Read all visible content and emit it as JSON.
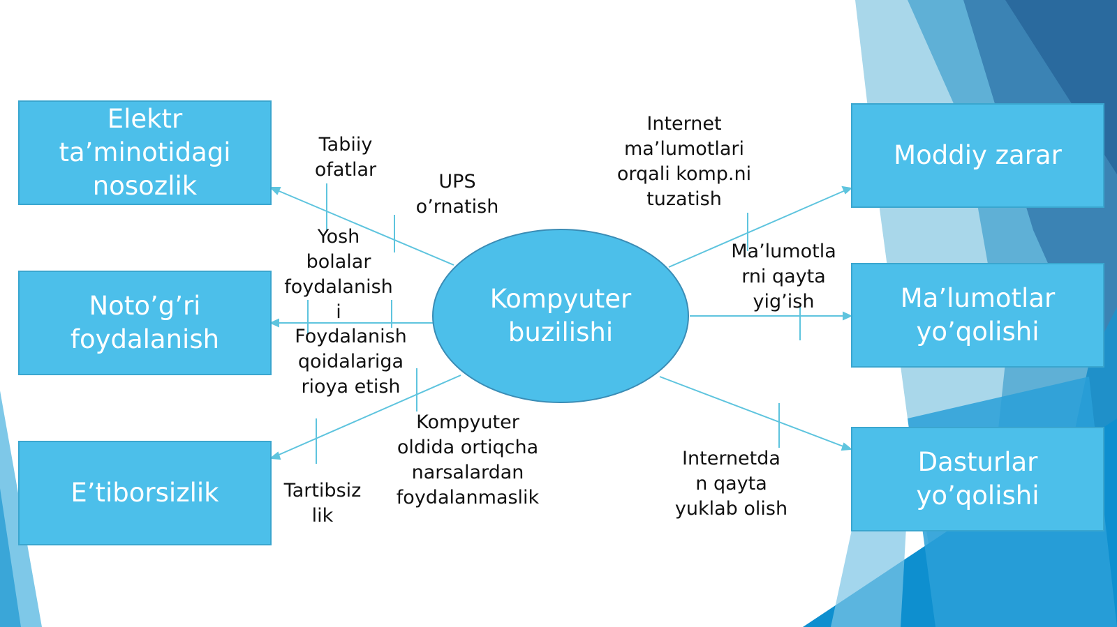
{
  "colors": {
    "box_fill": "#4cbfea",
    "box_border": "#3aa6cf",
    "ellipse_fill": "#4cbfea",
    "ellipse_border": "#3a8cb5",
    "connector": "#5ec4de",
    "text_dark": "#111111",
    "text_light": "#ffffff"
  },
  "center": {
    "lines": [
      "Kompyuter",
      "buzilishi"
    ]
  },
  "causes": [
    {
      "id": "elektr",
      "lines": [
        "Elektr",
        "ta’minotidagi",
        "nosozlik"
      ]
    },
    {
      "id": "notogri",
      "lines": [
        "Noto’g’ri",
        "foydalanish"
      ]
    },
    {
      "id": "etiborsizlik",
      "lines": [
        "E’tiborsizlik"
      ]
    }
  ],
  "effects": [
    {
      "id": "moddiy",
      "lines": [
        "Moddiy zarar"
      ]
    },
    {
      "id": "malumotlar",
      "lines": [
        "Ma’lumotlar",
        "yo’qolishi"
      ]
    },
    {
      "id": "dasturlar",
      "lines": [
        "Dasturlar",
        "yo’qolishi"
      ]
    }
  ],
  "annotations": [
    {
      "id": "tabiiy",
      "lines": [
        "Tabiiy",
        "ofatlar"
      ]
    },
    {
      "id": "ups",
      "lines": [
        "UPS",
        "o’rnatish"
      ]
    },
    {
      "id": "yosh",
      "lines": [
        "Yosh",
        "bolalar",
        "foydalanish",
        "i"
      ]
    },
    {
      "id": "qoidalar",
      "lines": [
        "Foydalanish",
        "qoidalariga",
        "rioya etish"
      ]
    },
    {
      "id": "ortiqcha",
      "lines": [
        "Kompyuter",
        "oldida ortiqcha",
        "narsalardan",
        "foydalanmaslik"
      ]
    },
    {
      "id": "tartibsiz",
      "lines": [
        "Tartibsiz",
        "lik"
      ]
    },
    {
      "id": "internet-tuzatish",
      "lines": [
        "Internet",
        "ma’lumotlari",
        "orqali komp.ni",
        "tuzatish"
      ]
    },
    {
      "id": "qayta-yigish",
      "lines": [
        "Ma’lumotla",
        "rni qayta",
        "yig’ish"
      ]
    },
    {
      "id": "qayta-yuklab",
      "lines": [
        "Internetda",
        "n qayta",
        "yuklab olish"
      ]
    }
  ]
}
